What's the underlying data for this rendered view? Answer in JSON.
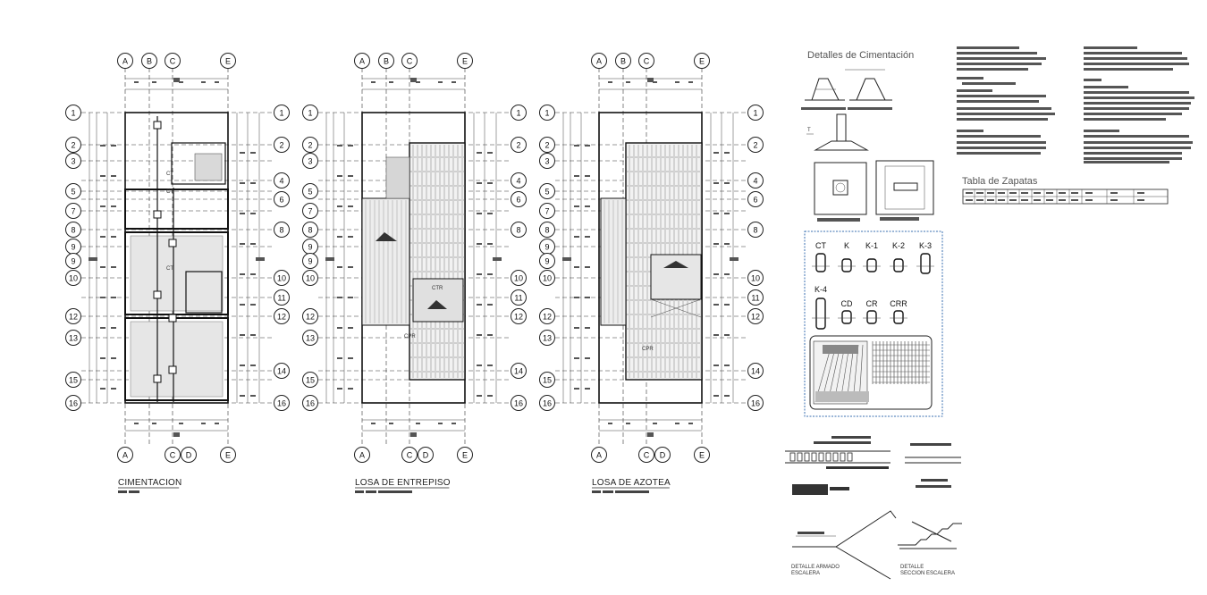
{
  "plans": [
    {
      "id": "cimentacion",
      "title": "CIMENTACION",
      "cols_top": [
        "A",
        "B",
        "C",
        "E"
      ],
      "cols_bottom": [
        "A",
        "C",
        "D",
        "E"
      ],
      "rows_left": [
        "1",
        "2",
        "3",
        "5",
        "7",
        "8",
        "9",
        "9",
        "10",
        "12",
        "13",
        "15",
        "16"
      ],
      "rows_right": [
        "1",
        "2",
        "4",
        "6",
        "8",
        "10",
        "11",
        "12",
        "14",
        "16"
      ],
      "tags": [
        "CT",
        "CT",
        "CT"
      ]
    },
    {
      "id": "entrepiso",
      "title": "LOSA DE ENTREPISO",
      "cols_top": [
        "A",
        "B",
        "C",
        "E"
      ],
      "cols_bottom": [
        "A",
        "C",
        "D",
        "E"
      ],
      "rows_left": [
        "1",
        "2",
        "3",
        "5",
        "7",
        "8",
        "9",
        "9",
        "10",
        "12",
        "13",
        "15",
        "16"
      ],
      "rows_right": [
        "1",
        "2",
        "4",
        "6",
        "8",
        "10",
        "11",
        "12",
        "14",
        "16"
      ],
      "tags": [
        "CTR",
        "CPR"
      ]
    },
    {
      "id": "azotea",
      "title": "LOSA DE AZOTEA",
      "cols_top": [
        "A",
        "B",
        "C",
        "E"
      ],
      "cols_bottom": [
        "A",
        "C",
        "D",
        "E"
      ],
      "rows_left": [
        "1",
        "2",
        "3",
        "5",
        "7",
        "8",
        "9",
        "9",
        "10",
        "12",
        "13",
        "15",
        "16"
      ],
      "rows_right": [
        "1",
        "2",
        "4",
        "6",
        "8",
        "10",
        "11",
        "12",
        "14",
        "16"
      ],
      "tags": [
        "CPR"
      ]
    }
  ],
  "details": {
    "heading": "Detalles de Cimentación",
    "table_heading": "Tabla de Zapatas",
    "sections_row1": [
      "CT",
      "K",
      "K-1",
      "K-2",
      "K-3"
    ],
    "sections_row2": [
      "K-4",
      "CD",
      "CR",
      "CRR"
    ],
    "stair_label_1": [
      "DETALLE ARMADO",
      "ESCALERA"
    ],
    "stair_label_2": [
      "DETALLE",
      "SECCION ESCALERA"
    ]
  }
}
